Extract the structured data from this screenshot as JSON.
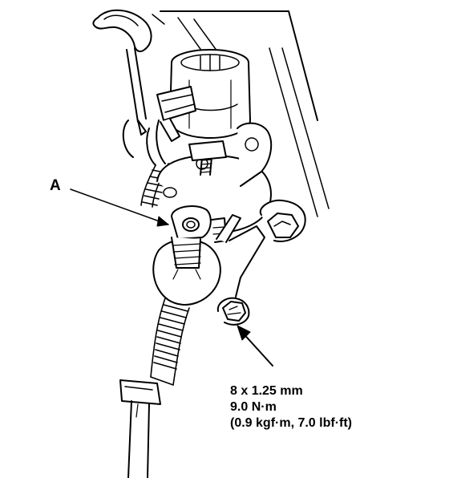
{
  "callout": {
    "label": "A"
  },
  "torque_spec": {
    "bolt_size": "8 x 1.25 mm",
    "torque_nm": "9.0 N·m",
    "torque_alt": "(0.9 kgf·m, 7.0 lbf·ft)"
  },
  "colors": {
    "line": "#000000",
    "background": "#ffffff"
  }
}
